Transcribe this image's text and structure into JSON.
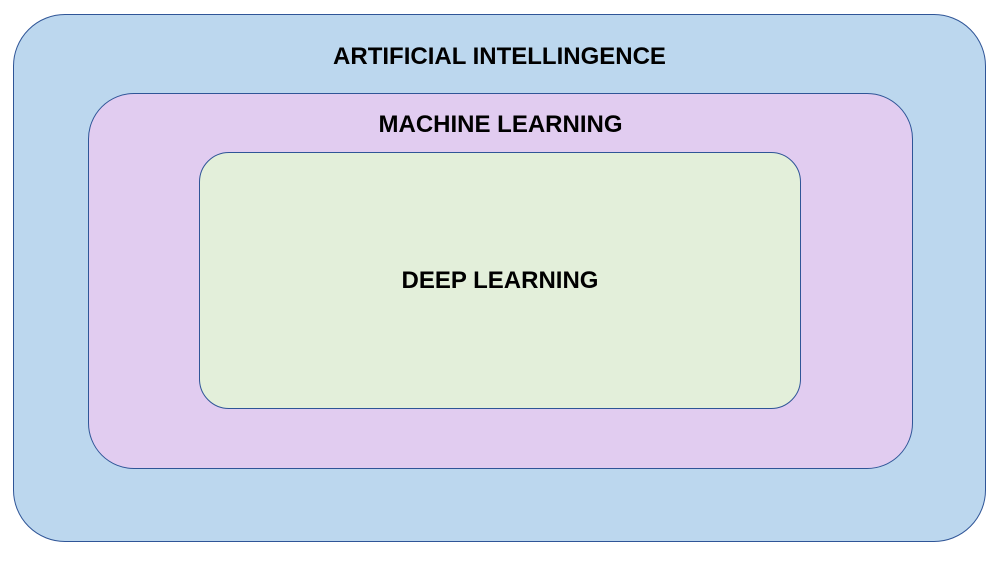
{
  "diagram": {
    "type": "nested-sets",
    "title": "ARTIFICIAL INTELLINGENCE",
    "layers": [
      {
        "id": "artificial-intelligence",
        "label": "ARTIFICIAL INTELLINGENCE",
        "fill": "#BCD7EE",
        "border": "#2F5597",
        "text_color": "#000000"
      },
      {
        "id": "machine-learning",
        "label": "MACHINE LEARNING",
        "fill": "#E1CCF0",
        "border": "#2F5597",
        "text_color": "#000000"
      },
      {
        "id": "deep-learning",
        "label": "DEEP LEARNING",
        "fill": "#E3EFDA",
        "border": "#2F5597",
        "text_color": "#000000"
      }
    ]
  }
}
